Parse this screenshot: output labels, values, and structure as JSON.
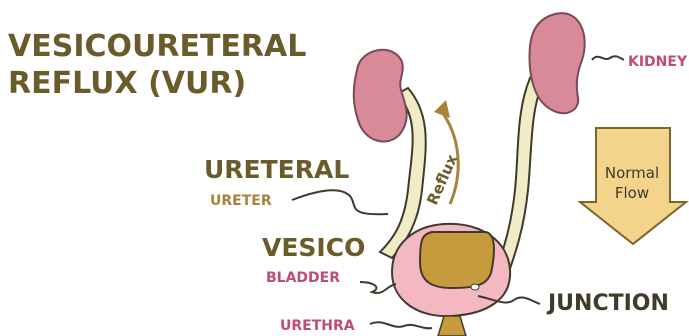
{
  "title_line1": "VESICOURETERAL",
  "title_line2": "REFLUX (VUR)",
  "labels": {
    "kidney": "KIDNEY",
    "ureteral": "URETERAL",
    "ureter": "URETER",
    "vesico": "VESICO",
    "bladder": "BLADDER",
    "urethra": "URETHRA",
    "junction": "JUNCTION",
    "reflux": "Reflux",
    "normal_flow_line1": "Normal",
    "normal_flow_line2": "Flow"
  },
  "colors": {
    "title_text": "#6b5a2a",
    "term_text": "#6b5a2a",
    "annotation_gold": "#a8843a",
    "annotation_pink": "#c04c6e",
    "kidney_fill": "#d98a98",
    "kidney_stroke": "#7a4a55",
    "ureter_fill": "#f1ecc8",
    "bladder_outer": "#f3b8c2",
    "urine_fill": "#c79a3d",
    "arrow_fill": "#f3d48a",
    "arrow_stroke": "#7a6430",
    "outline": "#3f3a2a"
  }
}
